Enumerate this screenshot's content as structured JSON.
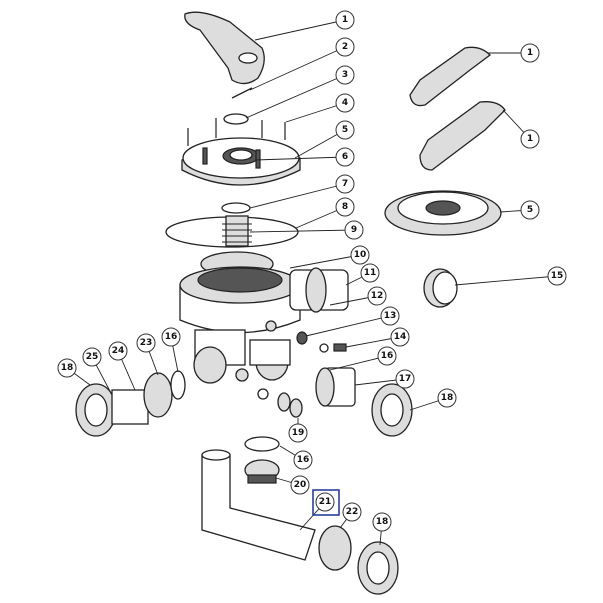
{
  "diagram": {
    "type": "exploded-parts-view",
    "highlighted_part": "21",
    "highlight_color": "#2a3f9e",
    "callouts": [
      "1",
      "2",
      "3",
      "4",
      "5",
      "6",
      "7",
      "8",
      "9",
      "10",
      "11",
      "12",
      "13",
      "14",
      "15",
      "16",
      "17",
      "18",
      "19",
      "16",
      "20",
      "21",
      "22",
      "18",
      "1",
      "1",
      "5",
      "18",
      "25",
      "24",
      "23",
      "16"
    ]
  }
}
